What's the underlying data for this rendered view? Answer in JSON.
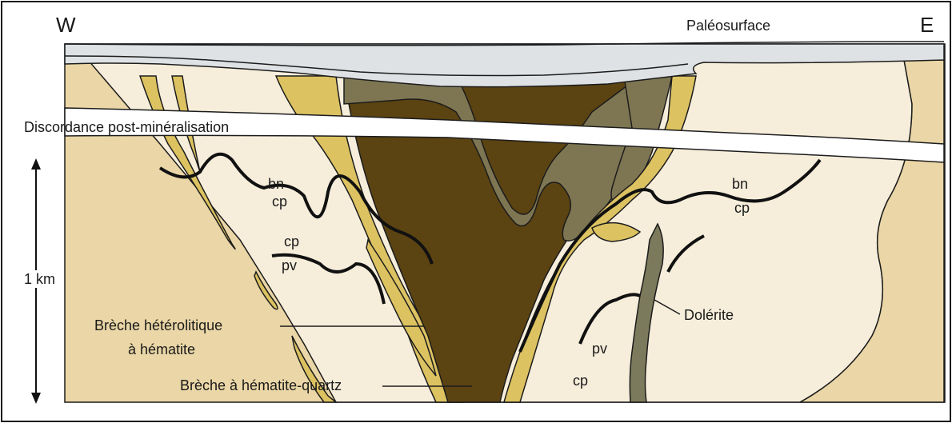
{
  "orientation": {
    "west": "W",
    "east": "E"
  },
  "surfaces": {
    "paleosurface": "Paléosurface",
    "unconformity": "Discordance post-minéralisation"
  },
  "scale": {
    "label": "1 km"
  },
  "mineral_zones": {
    "upper_west_top": "bn",
    "upper_west_bottom": "cp",
    "upper_east_top": "bn",
    "upper_east_bottom": "cp",
    "lower_west_top": "cp",
    "lower_west_bottom": "pv",
    "lower_east_top": "pv",
    "lower_east_bottom": "cp"
  },
  "units": {
    "heterolithic_breccia_line1": "Brèche hétérolitique",
    "heterolithic_breccia_line2": "à hématite",
    "hematite_quartz_breccia": "Brèche à hématite-quartz",
    "dolerite": "Dolérite"
  },
  "colors": {
    "host_tan": "#ead6a6",
    "pale_cream": "#f6eedb",
    "breccia_yellow": "#dcc261",
    "dark_core_brown": "#5b4312",
    "olive_breccia": "#7e7652",
    "dolerite_grey": "#7c7a5c",
    "cover_grey": "#dfe2e4",
    "outline": "#1c1c1c"
  }
}
